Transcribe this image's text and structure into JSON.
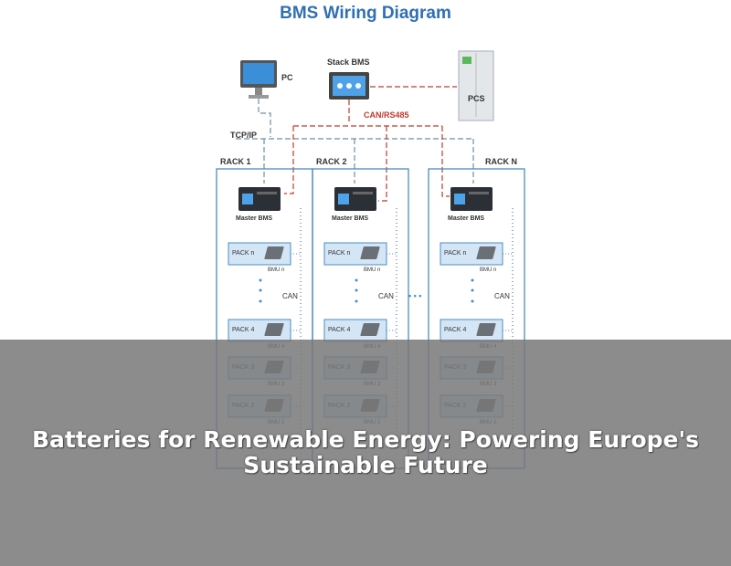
{
  "title": "BMS Wiring Diagram",
  "devices": {
    "pc": "PC",
    "stack_bms": "Stack BMS",
    "pcs": "PCS"
  },
  "links": {
    "can_rs485": "CAN/RS485",
    "tcp_ip": "TCP/IP",
    "can": "CAN",
    "ellipsis": "• • •"
  },
  "racks": [
    {
      "name": "RACK 1"
    },
    {
      "name": "RACK 2"
    },
    {
      "name": "RACK N"
    }
  ],
  "rack_items": {
    "master": "Master BMS",
    "packs": [
      {
        "pack": "PACK n",
        "bmu": "BMU n"
      },
      {
        "pack": "PACK 4",
        "bmu": "BMU 4"
      },
      {
        "pack": "PACK 3",
        "bmu": "BMU 3"
      },
      {
        "pack": "PACK 2",
        "bmu": "BMU 2"
      }
    ]
  },
  "colors": {
    "title": "#2f6fb4",
    "rack_border": "#4a8cc4",
    "pack_fill": "#d4e6f6",
    "can_line": "#c0392b",
    "tcp_line": "#6c8fa8",
    "overlay": "#787878"
  },
  "caption": "Batteries for Renewable Energy: Powering Europe's Sustainable Future"
}
